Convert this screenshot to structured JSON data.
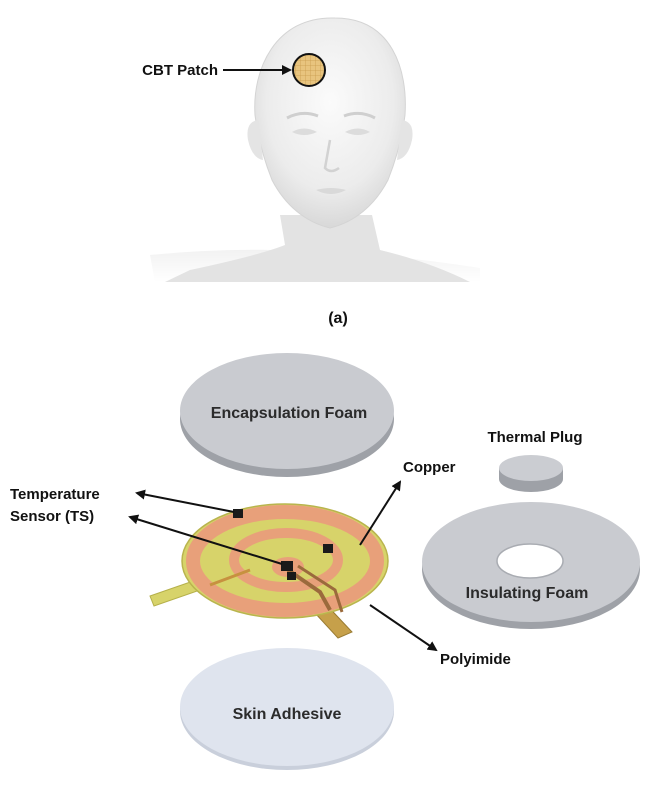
{
  "panel_a": {
    "patch_label": "CBT Patch",
    "caption": "(a)"
  },
  "panel_b": {
    "encapsulation_label": "Encapsulation Foam",
    "thermal_plug_label": "Thermal Plug",
    "copper_label": "Copper",
    "sensor_label_line1": "Temperature",
    "sensor_label_line2": "Sensor (TS)",
    "insulating_label": "Insulating Foam",
    "polyimide_label": "Polyimide",
    "skin_adhesive_label": "Skin Adhesive"
  },
  "colors": {
    "foam": "#c9cbd0",
    "foam_side": "#9ea1a7",
    "adhesive": "#dfe4ee",
    "polyimide": "#d7d36a",
    "copper": "#e8a07a",
    "patch": "#e8c47e"
  }
}
